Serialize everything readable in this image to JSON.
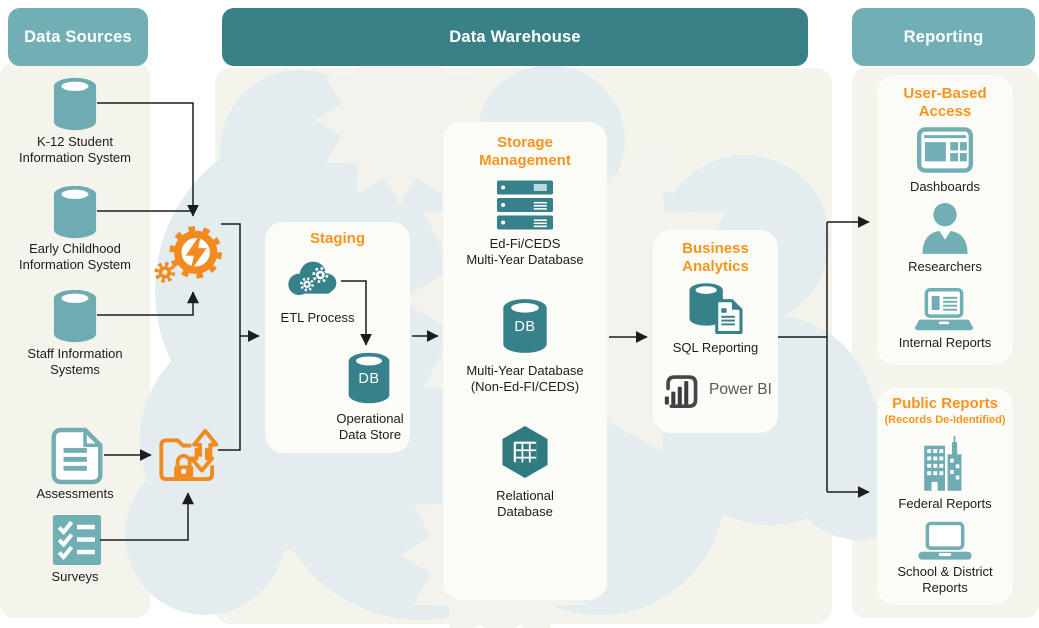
{
  "palette": {
    "teal_light": "#72AFB4",
    "teal_dark": "#3A8187",
    "icon_teal": "#37818A",
    "orange_accent": "#F7941E",
    "orange_icon": "#F18A1F",
    "panel_bg": "#F4F4ED",
    "card_bg": "#FBFBF8",
    "cloud_bg": "#E3EDEF",
    "star_bg": "#F3F2EC",
    "text": "#1D1D1B",
    "powerbi_gray": "#595959"
  },
  "headers": {
    "data_sources": "Data Sources",
    "data_warehouse": "Data Warehouse",
    "reporting": "Reporting"
  },
  "labels": {
    "db_badge": "DB"
  },
  "data_sources": {
    "items": [
      {
        "icon": "database-icon",
        "label": "K-12 Student\nInformation System"
      },
      {
        "icon": "database-icon",
        "label": "Early Childhood\nInformation System"
      },
      {
        "icon": "database-icon",
        "label": "Staff Information\nSystems"
      },
      {
        "icon": "assessment-document-icon",
        "label": "Assessments"
      },
      {
        "icon": "survey-checklist-icon",
        "label": "Surveys"
      }
    ]
  },
  "connectors": {
    "integration_icon": "gear-lightning-icon",
    "secure_transfer_icon": "folder-lock-transfer-icon"
  },
  "staging": {
    "title": "Staging",
    "etl_label": "ETL Process",
    "ods_label": "Operational\nData Store",
    "etl_icon": "cloud-gears-icon",
    "ods_icon": "db-cylinder-icon"
  },
  "storage": {
    "title": "Storage\nManagement",
    "items": [
      {
        "icon": "server-rack-icon",
        "label": "Ed-Fi/CEDS\nMulti-Year Database"
      },
      {
        "icon": "db-cylinder-icon",
        "label": "Multi-Year Database\n(Non-Ed-FI/CEDS)"
      },
      {
        "icon": "relational-database-icon",
        "label": "Relational\nDatabase"
      }
    ]
  },
  "business_analytics": {
    "title": "Business\nAnalytics",
    "sql_label": "SQL Reporting",
    "sql_icon": "database-document-icon",
    "powerbi_label": "Power BI",
    "powerbi_icon": "powerbi-logo-icon"
  },
  "reporting": {
    "user_based": {
      "title": "User-Based\nAccess",
      "items": [
        {
          "icon": "dashboard-icon",
          "label": "Dashboards"
        },
        {
          "icon": "person-icon",
          "label": "Researchers"
        },
        {
          "icon": "laptop-report-icon",
          "label": "Internal Reports"
        }
      ]
    },
    "public": {
      "title": "Public Reports",
      "subtitle": "(Records De-Identified)",
      "items": [
        {
          "icon": "buildings-icon",
          "label": "Federal Reports"
        },
        {
          "icon": "laptop-icon",
          "label": "School & District\nReports"
        }
      ]
    }
  }
}
